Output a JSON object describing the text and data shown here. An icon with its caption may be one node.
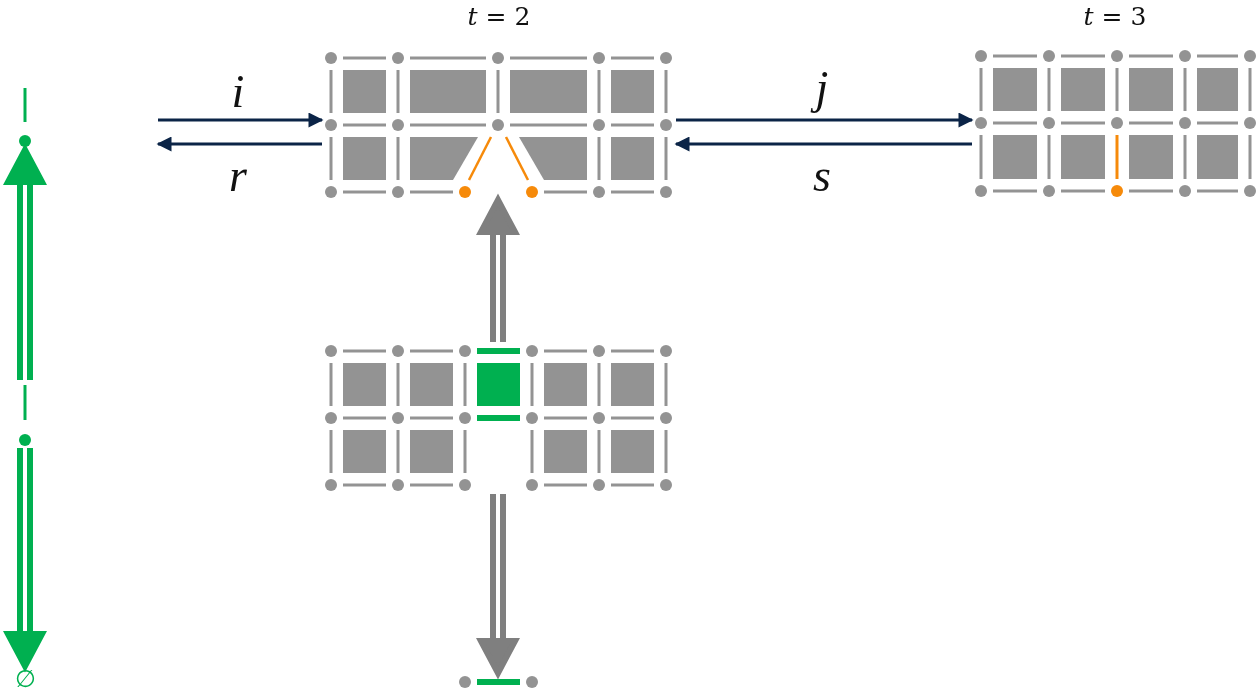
{
  "diagram": {
    "nodes": [
      {
        "text": [],
        "shape": "picture"
      },
      {
        "text": [
          "*t* = 2"
        ]
      },
      {
        "text": [
          "*t* = 3"
        ]
      },
      {
        "text": [],
        "shape": "picture"
      },
      {
        "text": [],
        "shape": "picture"
      },
      {
        "text": [
          "∅"
        ]
      },
      {
        "text": [],
        "shape": "picture"
      }
    ],
    "edges": [
      {
        "from": null,
        "to": 1,
        "arrow": "to",
        "label": "i"
      },
      {
        "from": 1,
        "to": null,
        "arrow": "to",
        "label": "r"
      },
      {
        "from": 1,
        "to": 2,
        "arrow": "to",
        "label": "j"
      },
      {
        "from": 2,
        "to": 1,
        "arrow": "to",
        "label": "s"
      },
      {
        "from": 3,
        "to": 0,
        "arrow": "to",
        "style": "thick",
        "color": "#00b050"
      },
      {
        "from": 4,
        "to": 1,
        "arrow": "to",
        "style": "thick",
        "color": "#7f7f7f"
      },
      {
        "from": 3,
        "to": 5,
        "arrow": "to",
        "style": "thick",
        "color": "#00b050"
      },
      {
        "from": 4,
        "to": 6,
        "arrow": "to",
        "style": "thick",
        "color": "#7f7f7f"
      }
    ]
  }
}
